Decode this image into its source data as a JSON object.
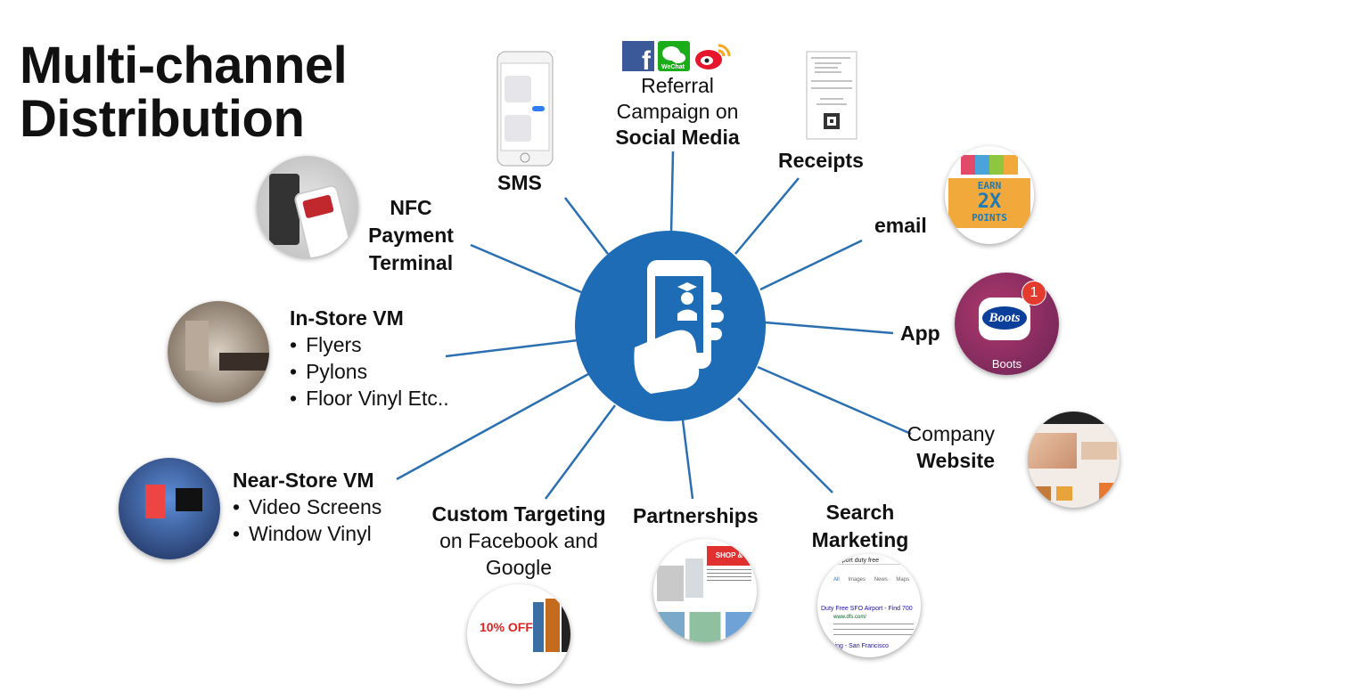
{
  "title_line1": "Multi-channel",
  "title_line2": "Distribution",
  "colors": {
    "hub": "#1d6cb5",
    "line": "#2a6fb2",
    "boots_bg": "#8e2a60",
    "earn_bg": "#f2a93b"
  },
  "channels": {
    "sms": {
      "label": "SMS"
    },
    "social": {
      "line1": "Referral",
      "line2": "Campaign on",
      "line3": "Social Media",
      "wechat_text": "WeChat"
    },
    "receipts": {
      "label": "Receipts"
    },
    "email": {
      "label": "email",
      "earn_line1": "EARN",
      "earn_line2": "2X",
      "earn_line3": "POINTS"
    },
    "app": {
      "label": "App",
      "app_name": "Boots",
      "badge": "1",
      "logo_text": "Boots"
    },
    "website": {
      "line1": "Company",
      "line2": "Website"
    },
    "search": {
      "line1": "Search",
      "line2": "Marketing"
    },
    "partnerships": {
      "label": "Partnerships",
      "shop_collect": "SHOP & COLLECT"
    },
    "custom": {
      "line1": "Custom Targeting",
      "line2": "on Facebook and",
      "line3": "Google",
      "ad_text": "10% OFF"
    },
    "near_store": {
      "heading": "Near-Store VM",
      "items": [
        "Video Screens",
        "Window Vinyl"
      ]
    },
    "in_store": {
      "heading": "In-Store VM",
      "items": [
        "Flyers",
        "Pylons",
        "Floor Vinyl Etc.."
      ]
    },
    "nfc": {
      "line1": "NFC",
      "line2": "Payment",
      "line3": "Terminal"
    }
  },
  "search_thumb": {
    "query": "airport duty free",
    "tabs": [
      "All",
      "Images",
      "News",
      "Maps"
    ],
    "result_title": "Duty Free SFO Airport - Find 700",
    "result_url": "www.dfs.com/",
    "result2_title": "hopping - San Francisco"
  }
}
